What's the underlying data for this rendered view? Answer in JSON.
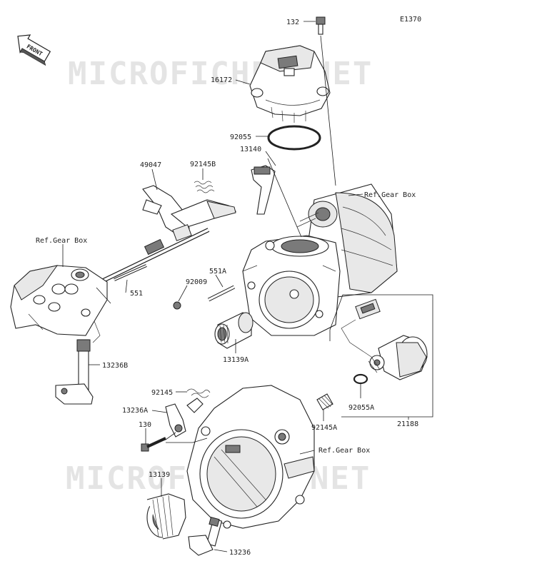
{
  "diagram_code": "E1370",
  "front_label": "FRONT",
  "watermark": "MICROFICHES.NET",
  "labels": {
    "p132": "132",
    "p16172": "16172",
    "p92055": "92055",
    "p13140": "13140",
    "p49047": "49047",
    "p92145B": "92145B",
    "ref_gear_box_upper_right": "Ref.Gear Box",
    "ref_gear_box_left": "Ref.Gear Box",
    "p551A": "551A",
    "p92009": "92009",
    "p551": "551",
    "p13139A": "13139A",
    "p13236B": "13236B",
    "p92145": "92145",
    "p13236A": "13236A",
    "p130": "130",
    "p92055A": "92055A",
    "p92145A": "92145A",
    "p21188": "21188",
    "ref_gear_box_lower": "Ref.Gear Box",
    "p13139": "13139",
    "p13236": "13236"
  }
}
